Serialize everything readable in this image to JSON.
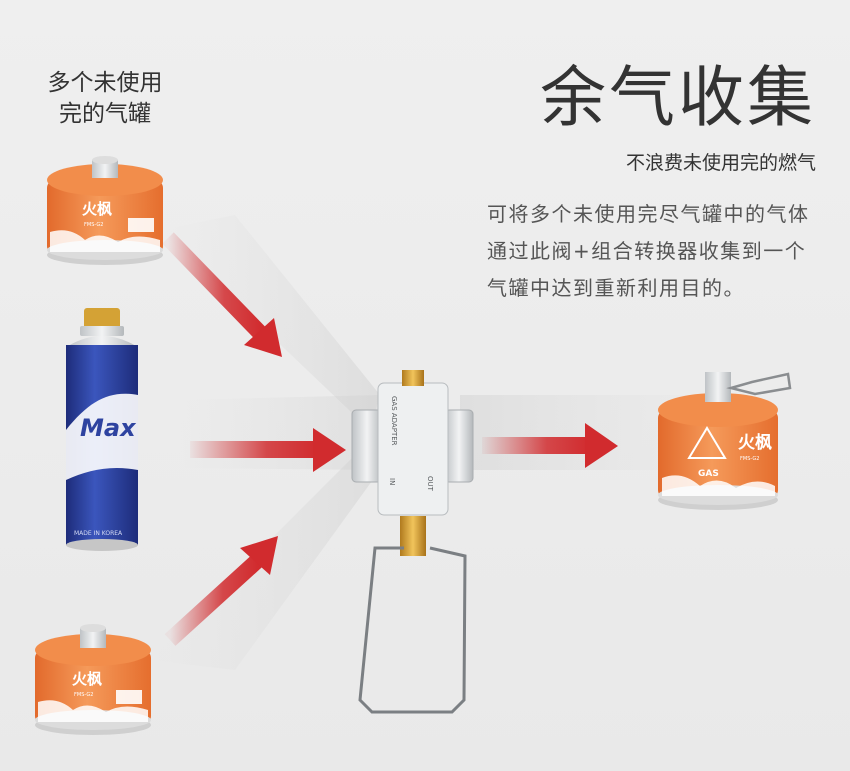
{
  "left_label": [
    "多个未使用",
    "完的气罐"
  ],
  "title": "余气收集",
  "subtitle": "不浪费未使用完的燃气",
  "description": "可将多个未使用完尽气罐中的气体通过此阀+组合转换器收集到一个气罐中达到重新利用目的。",
  "canisters": {
    "brand": "火枫",
    "left_top_model": "FMS-G2",
    "left_bottom_model": "FMS-G2",
    "right_model": "FMS-G2",
    "right_gas": "GAS",
    "butane_brand": "Max",
    "butane_origin": "MADE IN KOREA"
  },
  "adapter": {
    "text": "GAS ADAPTER",
    "in_label": "IN",
    "out_label": "OUT"
  },
  "colors": {
    "arrow": "#d12b2e",
    "canister_orange": "#f0823f",
    "butane_blue": "#2e43a0",
    "title": "#333333",
    "text": "#555555"
  }
}
